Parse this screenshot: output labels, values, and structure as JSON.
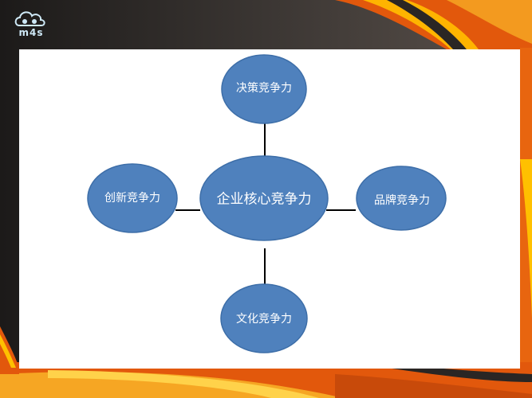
{
  "logo": {
    "icon": "cloud-camera-logo-icon",
    "text": "m4s"
  },
  "diagram": {
    "center": "企业核心竞争力",
    "nodes": {
      "top": "决策竞争力",
      "left": "创新竞争力",
      "right": "品牌竞争力",
      "bottom": "文化竞争力"
    }
  },
  "colors": {
    "node_fill": "#4f81bd",
    "node_stroke": "#3d6ea8",
    "connector": "#000000",
    "slide_background": "#ffffff",
    "accent_orange": "#f07a12",
    "accent_yellow": "#ffc000",
    "dark_background": "#2a2624"
  }
}
